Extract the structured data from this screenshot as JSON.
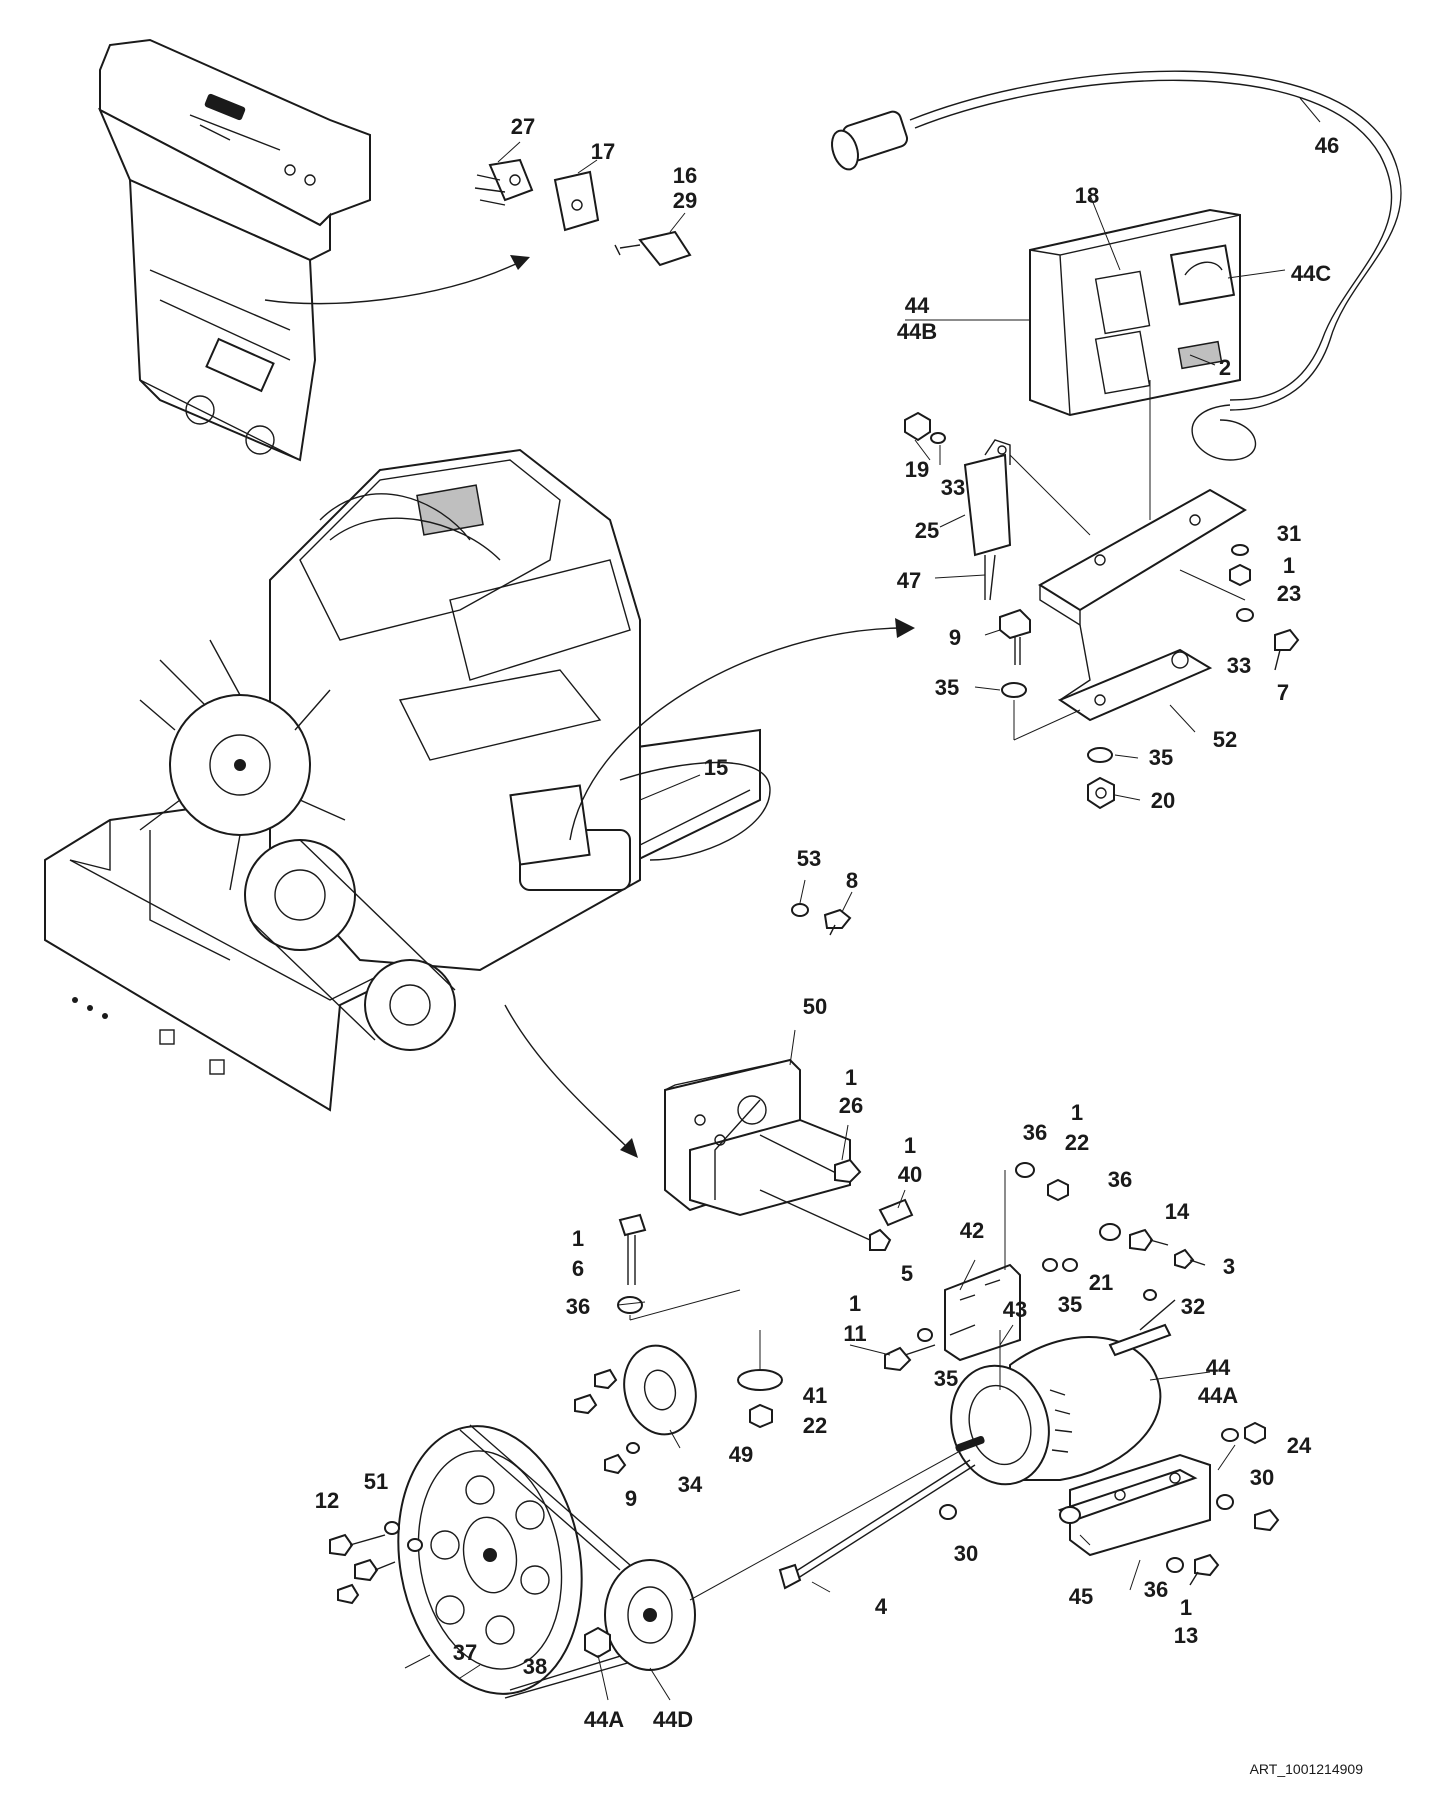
{
  "callouts": {
    "n27": "27",
    "n17": "17",
    "n16": "16",
    "n29": "29",
    "n46": "46",
    "n18": "18",
    "n44c": "44C",
    "n44_top": "44",
    "n44b": "44B",
    "n2": "2",
    "n19": "19",
    "n33_a": "33",
    "n25": "25",
    "n47": "47",
    "n31": "31",
    "n1_a": "1",
    "n23": "23",
    "n9_a": "9",
    "n33_b": "33",
    "n7": "7",
    "n35_a": "35",
    "n52": "52",
    "n35_b": "35",
    "n20": "20",
    "n15": "15",
    "n53": "53",
    "n8": "8",
    "n50": "50",
    "n1_b": "1",
    "n26": "26",
    "n1_c": "1",
    "n40": "40",
    "n36_a": "36",
    "n1_d": "1",
    "n22_a": "22",
    "n36_b": "36",
    "n14": "14",
    "n3": "3",
    "n1_e": "1",
    "n6": "6",
    "n42": "42",
    "n5": "5",
    "n21": "21",
    "n35_c": "35",
    "n32": "32",
    "n36_c": "36",
    "n1_f": "1",
    "n11": "11",
    "n43": "43",
    "n35_d": "35",
    "n44_bot": "44",
    "n44a_r": "44A",
    "n41": "41",
    "n22_b": "22",
    "n24": "24",
    "n49": "49",
    "n9_b": "9",
    "n34": "34",
    "n30_a": "30",
    "n30_b": "30",
    "n51": "51",
    "n12": "12",
    "n4": "4",
    "n36_d": "36",
    "n45": "45",
    "n1_g": "1",
    "n13": "13",
    "n37": "37",
    "n38": "38",
    "n44a_b": "44A",
    "n44d": "44D"
  },
  "art_id": "ART_1001214909",
  "colors": {
    "line": "#1a1a1a",
    "background": "#ffffff",
    "fill_grey": "#bfbfbf"
  }
}
